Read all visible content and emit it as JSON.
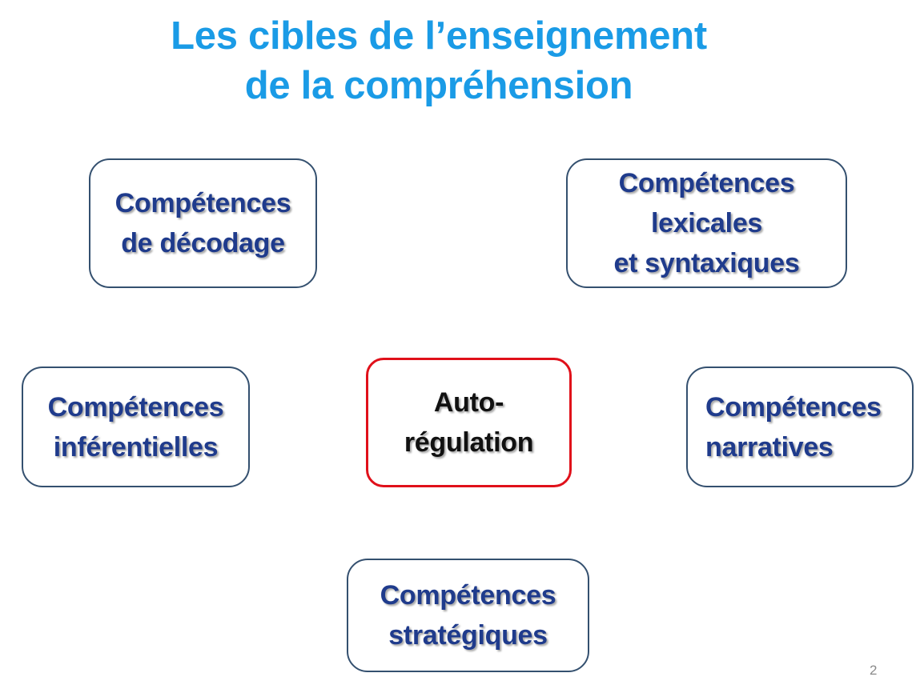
{
  "title": {
    "line1": "Les cibles de l’enseignement",
    "line2": "de la compréhension"
  },
  "boxes": {
    "decodage": {
      "line1": "Compétences",
      "line2": "de décodage"
    },
    "lexicales": {
      "line1": "Compétences",
      "line2": "lexicales",
      "line3": "et syntaxiques"
    },
    "inferentielles": {
      "line1": "Compétences",
      "line2": "inférentielles"
    },
    "autoregulation": {
      "line1": "Auto-",
      "line2": "régulation"
    },
    "narratives": {
      "line1": "Compétences",
      "line2": "narratives"
    },
    "strategiques": {
      "line1": "Compétences",
      "line2": "stratégiques"
    }
  },
  "page_number": "2",
  "colors": {
    "title": "#1a9be6",
    "box_text": "#1f3b8c",
    "box_border": "#34506f",
    "center_border": "#e0101a",
    "center_text": "#111111"
  }
}
